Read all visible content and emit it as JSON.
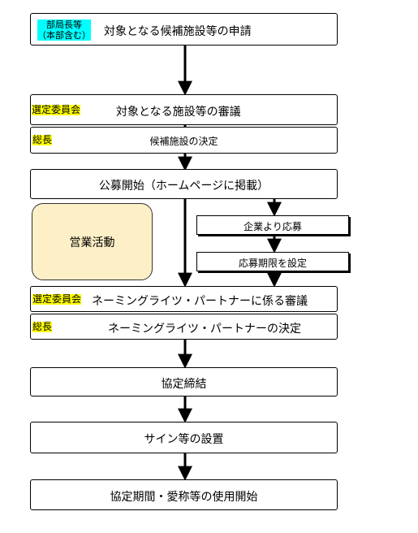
{
  "steps": {
    "s1": {
      "role_line1": "部局長等",
      "role_line2": "（本部含む）",
      "text": "対象となる候補施設等の申請"
    },
    "s2": {
      "role": "選定委員会",
      "text": "対象となる施設等の審議"
    },
    "s3": {
      "role": "総長",
      "text": "候補施設の決定"
    },
    "s4": {
      "text": "公募開始（ホームページに掲載）"
    },
    "s5": {
      "text": "企業より応募"
    },
    "s6": {
      "text": "応募期限を設定"
    },
    "s7": {
      "role": "選定委員会",
      "text": "ネーミングライツ・パートナーに係る審議"
    },
    "s8": {
      "role": "総長",
      "text": "ネーミングライツ・パートナーの決定"
    },
    "s9": {
      "text": "協定締結"
    },
    "s10": {
      "text": "サイン等の設置"
    },
    "s11": {
      "text": "協定期間・愛称等の使用開始"
    }
  },
  "sales": {
    "text": "営業活動"
  },
  "colors": {
    "role_highlight": "#ffff00",
    "dept_highlight": "#00ffff",
    "sales_fill": "#fdefc6"
  }
}
